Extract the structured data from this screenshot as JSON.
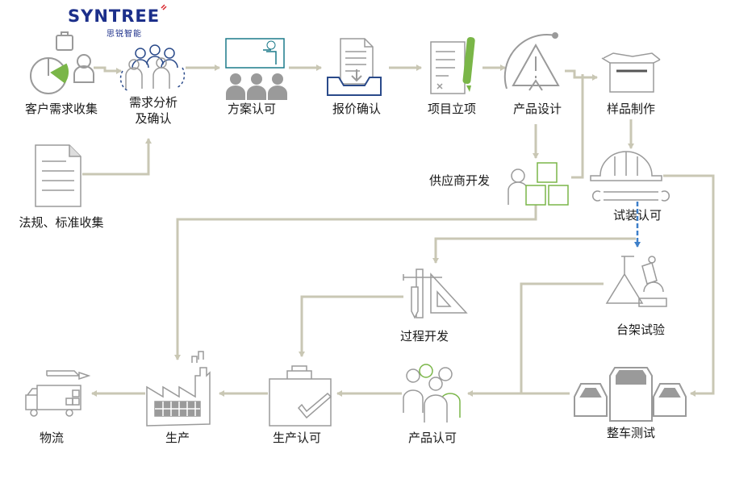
{
  "brand": {
    "name": "SYNTREE",
    "subtitle": "思锐智能",
    "color": "#1c2f8a",
    "accent": "#d8232a"
  },
  "colors": {
    "line": "#c9c7b4",
    "icon": "#9a9a9a",
    "green": "#7ab648",
    "blue": "#3d7fc9",
    "navy": "#2a4a8a"
  },
  "steps": {
    "customer_demand": {
      "label": "客户需求收集",
      "icon": "pie-chart-person-icon"
    },
    "demand_analysis": {
      "label_line1": "需求分析",
      "label_line2": "及确认",
      "icon": "team-meeting-icon"
    },
    "plan_approval": {
      "label": "方案认可",
      "icon": "presentation-icon"
    },
    "quote_confirm": {
      "label": "报价确认",
      "icon": "document-inbox-icon"
    },
    "project_setup": {
      "label": "项目立项",
      "icon": "checklist-pen-icon"
    },
    "product_design": {
      "label": "产品设计",
      "icon": "compass-triangle-icon"
    },
    "sample_making": {
      "label": "样品制作",
      "icon": "open-box-icon"
    },
    "regulations": {
      "label": "法规、标准收集",
      "icon": "document-icon"
    },
    "supplier_dev": {
      "label": "供应商开发",
      "icon": "person-boxes-icon"
    },
    "fitting_approval": {
      "label": "试装认可",
      "icon": "helmet-wrench-icon"
    },
    "process_dev": {
      "label": "过程开发",
      "icon": "ruler-triangle-icon"
    },
    "bench_test": {
      "label": "台架试验",
      "icon": "lab-microscope-icon"
    },
    "logistics": {
      "label": "物流",
      "icon": "delivery-truck-icon"
    },
    "production": {
      "label": "生产",
      "icon": "factory-icon"
    },
    "production_approval": {
      "label": "生产认可",
      "icon": "bag-check-icon"
    },
    "product_approval": {
      "label": "产品认可",
      "icon": "group-people-icon"
    },
    "vehicle_test": {
      "label": "整车测试",
      "icon": "cars-icon"
    }
  }
}
